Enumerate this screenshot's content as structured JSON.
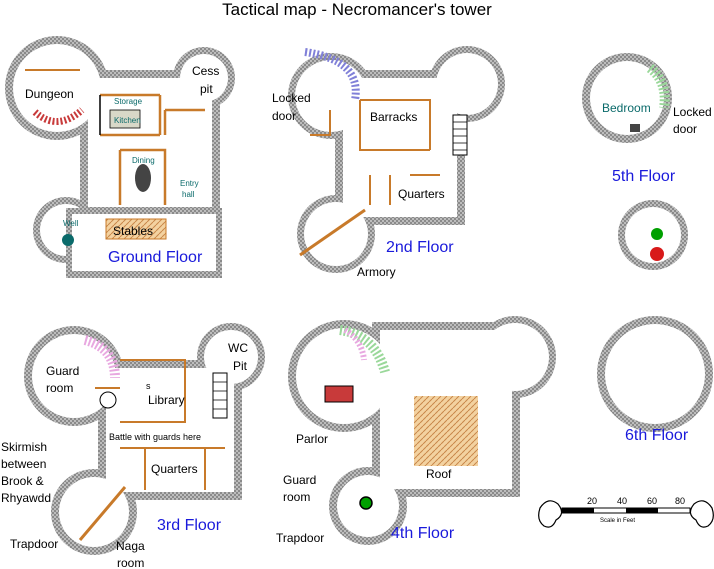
{
  "title": "Tactical map - Necromancer's tower",
  "floors": {
    "ground": "Ground Floor",
    "second": "2nd Floor",
    "third": "3rd Floor",
    "fourth": "4th Floor",
    "fifth": "5th Floor",
    "sixth": "6th Floor"
  },
  "rooms": {
    "dungeon": "Dungeon",
    "cess_1": "Cess",
    "cess_2": "pit",
    "storage": "Storage",
    "kitchen": "Kitchen",
    "dining": "Dining",
    "entry_1": "Entry",
    "entry_2": "hall",
    "well": "Well",
    "stables": "Stables",
    "locked_door_1": "Locked",
    "locked_door_2": "door",
    "barracks": "Barracks",
    "quarters_2": "Quarters",
    "armory": "Armory",
    "bedroom": "Bedroom",
    "locked_door_5a": "Locked",
    "locked_door_5b": "door",
    "guard_room_1": "Guard",
    "guard_room_2": "room",
    "wc_1": "WC",
    "wc_2": "Pit",
    "library": "Library",
    "battle": "Battle with guards here",
    "skirmish_1": "Skirmish",
    "skirmish_2": "between",
    "skirmish_3": "Brook &",
    "skirmish_4": "Rhyawdd",
    "quarters_3": "Quarters",
    "trapdoor_3": "Trapdoor",
    "naga_1": "Naga",
    "naga_2": "room",
    "parlor": "Parlor",
    "guard4_1": "Guard",
    "guard4_2": "room",
    "trapdoor_4": "Trapdoor",
    "roof": "Roof",
    "lib_s": "s"
  },
  "scale": {
    "ticks": [
      "20",
      "40",
      "60",
      "80"
    ],
    "caption": "Scale in Feet"
  },
  "colors": {
    "wall": "#a8a8a8",
    "door": "#c87a2a",
    "floor_label": "#1a1adb",
    "stair_green": "#9ad89a",
    "stair_pink": "#e8a8e0"
  }
}
